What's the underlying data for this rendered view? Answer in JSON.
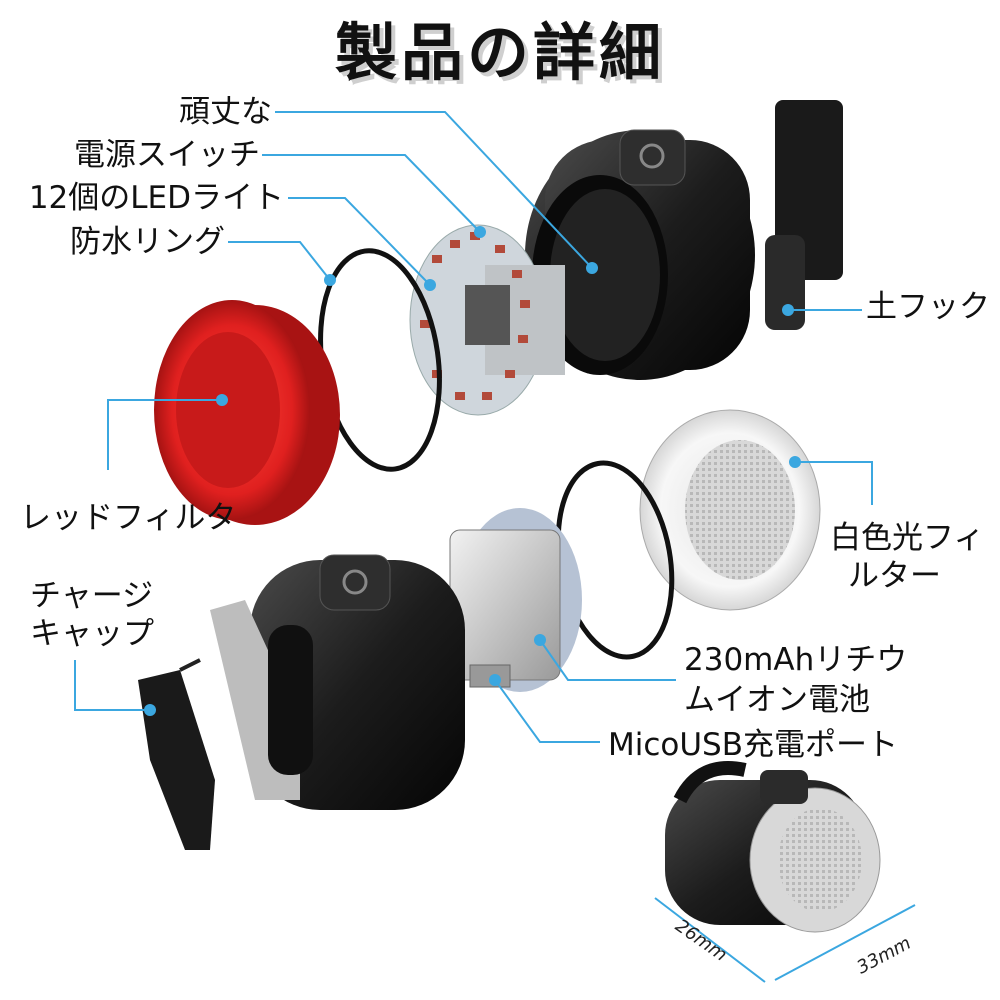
{
  "page": {
    "title": "製品の詳細"
  },
  "labels": {
    "housing": "頑丈な",
    "power_switch": "電源スイッチ",
    "led": "12個のLEDライト",
    "waterproof_ring": "防水リング",
    "red_filter": "レッドフィルタ",
    "hook": "土フック",
    "white_filter_1": "白色光フィ",
    "white_filter_2": "ルター",
    "charge_cap_1": "チャージ",
    "charge_cap_2": "キャップ",
    "battery_1": "230mAhリチウ",
    "battery_2": "ムイオン電池",
    "usb_port": "MicoUSB充電ポート"
  },
  "dimensions": {
    "depth": "26mm",
    "width": "33mm"
  },
  "colors": {
    "leader_line": "#3ba7e0",
    "red_lens": "#e0201f",
    "housing": "#1c1c1c"
  }
}
